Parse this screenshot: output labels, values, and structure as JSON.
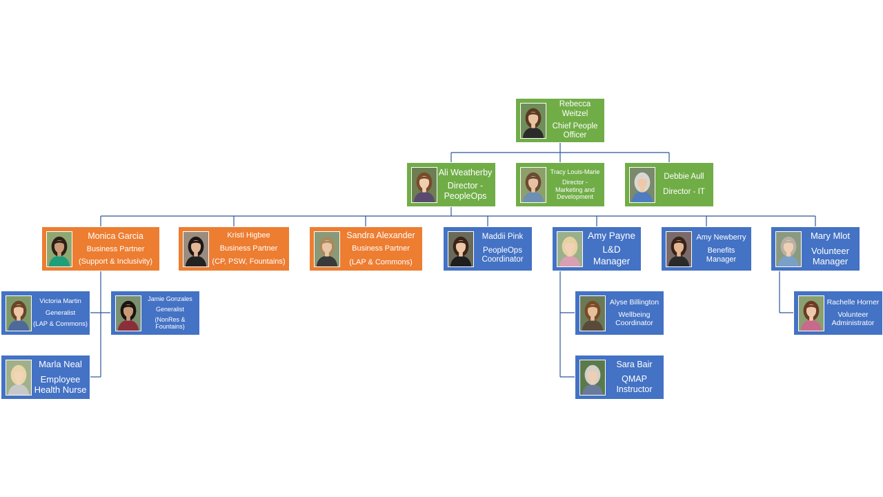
{
  "colors": {
    "executive": "#70ad47",
    "business_partner": "#ed7d31",
    "staff": "#4472c4",
    "connector": "#2f5597"
  },
  "people": {
    "rebecca": {
      "name": "Rebecca Weitzel",
      "title": "Chief People Officer",
      "icon": "person-photo-icon",
      "hair": "#5a3a22",
      "skin": "#e8c3a0",
      "shirt": "#2b2b2b",
      "bg": "#6f8e5a"
    },
    "ali": {
      "name": "Ali Weatherby",
      "title": "Director - PeopleOps",
      "icon": "person-photo-icon",
      "hair": "#7a4a2a",
      "skin": "#efcfb0",
      "shirt": "#5a4b6e",
      "bg": "#6d7f52"
    },
    "tracy": {
      "name": "Tracy Louis-Marie",
      "title": "Director - Marketing and Development",
      "icon": "person-photo-icon",
      "hair": "#6b4a33",
      "skin": "#e6c2a2",
      "shirt": "#6f8fb0",
      "bg": "#8ea06a"
    },
    "debbie": {
      "name": "Debbie Aull",
      "title": "Director - IT",
      "icon": "person-photo-icon",
      "hair": "#d8d8d8",
      "skin": "#edc9a9",
      "shirt": "#4f7bc0",
      "bg": "#7a8a6a"
    },
    "monica": {
      "name": "Monica Garcia",
      "title": "Business Partner",
      "subtitle": "(Support & Inclusivity)",
      "icon": "person-photo-icon",
      "hair": "#2e1f18",
      "skin": "#c99b78",
      "shirt": "#1f9e7a",
      "bg": "#8fa872"
    },
    "kristi": {
      "name": "Kristi Higbee",
      "title": "Business Partner",
      "subtitle": "(CP, PSW, Fountains)",
      "icon": "person-photo-icon",
      "hair": "#1e1616",
      "skin": "#e2b896",
      "shirt": "#222222",
      "bg": "#9a8d80"
    },
    "sandra": {
      "name": "Sandra Alexander",
      "title": "Business Partner",
      "subtitle": "(LAP & Commons)",
      "icon": "person-photo-icon",
      "hair": "#a88a5e",
      "skin": "#e9c7a6",
      "shirt": "#3a3a3a",
      "bg": "#8a9a78"
    },
    "maddii": {
      "name": "Maddii Pink",
      "title": "PeopleOps Coordinator",
      "icon": "person-photo-icon",
      "hair": "#3a2416",
      "skin": "#ecc7a8",
      "shirt": "#1e1e1e",
      "bg": "#6a6a5a"
    },
    "amy_payne": {
      "name": "Amy Payne",
      "title": "L&D Manager",
      "icon": "person-photo-icon",
      "hair": "#e6d2a0",
      "skin": "#f0d2b6",
      "shirt": "#d8a0b0",
      "bg": "#9ab08a"
    },
    "amy_newberry": {
      "name": "Amy Newberry",
      "title": "Benefits Manager",
      "icon": "person-photo-icon",
      "hair": "#3a2218",
      "skin": "#e3b795",
      "shirt": "#2a2a2a",
      "bg": "#7a6a6a"
    },
    "mary": {
      "name": "Mary Mlot",
      "title": "Volunteer Manager",
      "icon": "person-photo-icon",
      "hair": "#b8b0a4",
      "skin": "#efd0b6",
      "shirt": "#7aa0c8",
      "bg": "#8a9a80"
    },
    "victoria": {
      "name": "Victoria Martin",
      "title": "Generalist",
      "subtitle": "(LAP & Commons)",
      "icon": "person-photo-icon",
      "hair": "#6a4428",
      "skin": "#ecc6a6",
      "shirt": "#4d6a9a",
      "bg": "#7f9a6a"
    },
    "jamie": {
      "name": "Jamie Gonzales",
      "title": "Generalist",
      "subtitle": "(NonRes & Fountains)",
      "icon": "person-photo-icon",
      "hair": "#1a1410",
      "skin": "#c79a78",
      "shirt": "#8a2f3a",
      "bg": "#7a9070"
    },
    "marla": {
      "name": "Marla Neal",
      "title": "Employee Health Nurse",
      "icon": "person-photo-icon",
      "hair": "#e8d6a8",
      "skin": "#f2d4b8",
      "shirt": "#c8c8c8",
      "bg": "#a0b08a"
    },
    "alyse": {
      "name": "Alyse Billington",
      "title": "Wellbeing Coordinator",
      "icon": "person-photo-icon",
      "hair": "#7a4a26",
      "skin": "#e6bf9c",
      "shirt": "#5a4a3a",
      "bg": "#6a7a58"
    },
    "sara": {
      "name": "Sara Bair",
      "title": "QMAP Instructor",
      "icon": "person-photo-icon",
      "hair": "#d4cfc8",
      "skin": "#eecfb5",
      "shirt": "#6a7a9a",
      "bg": "#5a7a4a"
    },
    "rachelle": {
      "name": "Rachelle Horner",
      "title": "Volunteer Administrator",
      "icon": "person-photo-icon",
      "hair": "#6a3a24",
      "skin": "#eec8aa",
      "shirt": "#c86a8a",
      "bg": "#8aa070"
    }
  }
}
